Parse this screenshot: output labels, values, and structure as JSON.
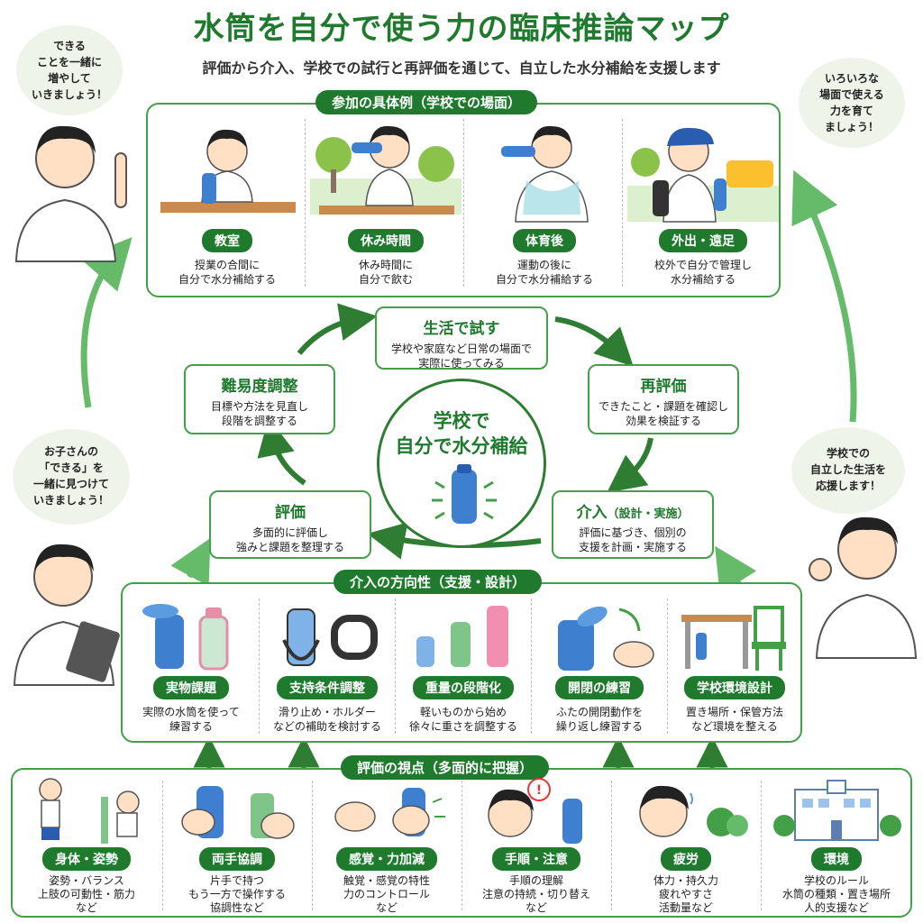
{
  "title": "水筒を自分で使う力の臨床推論マップ",
  "subtitle": "評価から介入、学校での試行と再評価を通じて、自立した水分補給を支援します",
  "bubbles": {
    "top_left": [
      "できる",
      "ことを一緒に",
      "増やして",
      "いきましょう！"
    ],
    "top_right": [
      "いろいろな",
      "場面で使える",
      "力を育て",
      "ましょう！"
    ],
    "mid_left": [
      "お子さんの",
      "「できる」を",
      "一緒に見つけて",
      "いきましょう！"
    ],
    "mid_right": [
      "学校での",
      "自立した生活を",
      "応援します！"
    ]
  },
  "participation": {
    "label": "参加の具体例（学校での場面）",
    "items": [
      {
        "label": "教室",
        "desc": [
          "授業の合間に",
          "自分で水分補給する"
        ]
      },
      {
        "label": "休み時間",
        "desc": [
          "休み時間に",
          "自分で飲む"
        ]
      },
      {
        "label": "体育後",
        "desc": [
          "運動の後に",
          "自分で水分補給する"
        ]
      },
      {
        "label": "外出・遠足",
        "desc": [
          "校外で自分で管理し",
          "水分補給する"
        ]
      }
    ]
  },
  "cycle": {
    "center": [
      "学校で",
      "自分で水分補給"
    ],
    "try": {
      "title": "生活で試す",
      "desc": [
        "学校や家庭など日常の場面で",
        "実際に使ってみる"
      ]
    },
    "reeval": {
      "title": "再評価",
      "desc": [
        "できたこと・課題を確認し",
        "効果を検証する"
      ]
    },
    "intervention": {
      "title": "介入",
      "sub": "（設計・実施）",
      "desc": [
        "評価に基づき、個別の",
        "支援を計画・実施する"
      ]
    },
    "evaluation": {
      "title": "評価",
      "desc": [
        "多面的に評価し",
        "強みと課題を整理する"
      ]
    },
    "adjust": {
      "title": "難易度調整",
      "desc": [
        "目標や方法を見直し",
        "段階を調整する"
      ]
    }
  },
  "direction": {
    "label": "介入の方向性（支援・設計）",
    "items": [
      {
        "label": "実物課題",
        "desc": [
          "実際の水筒を使って",
          "練習する"
        ]
      },
      {
        "label": "支持条件調整",
        "desc": [
          "滑り止め・ホルダー",
          "などの補助を検討する"
        ]
      },
      {
        "label": "重量の段階化",
        "desc": [
          "軽いものから始め",
          "徐々に重さを調整する"
        ]
      },
      {
        "label": "開閉の練習",
        "desc": [
          "ふたの開閉動作を",
          "繰り返し練習する"
        ]
      },
      {
        "label": "学校環境設計",
        "desc": [
          "置き場所・保管方法",
          "など環境を整える"
        ]
      }
    ]
  },
  "viewpoints": {
    "label": "評価の視点（多面的に把握）",
    "items": [
      {
        "label": "身体・姿勢",
        "desc": [
          "姿勢・バランス",
          "上肢の可動性・筋力",
          "など"
        ]
      },
      {
        "label": "両手協調",
        "desc": [
          "片手で持つ",
          "もう一方で操作する",
          "協調性など"
        ]
      },
      {
        "label": "感覚・力加減",
        "desc": [
          "触覚・感覚の特性",
          "力のコントロール",
          "など"
        ]
      },
      {
        "label": "手順・注意",
        "desc": [
          "手順の理解",
          "注意の持続・切り替え",
          "など"
        ]
      },
      {
        "label": "疲労",
        "desc": [
          "体力・持久力",
          "疲れやすさ",
          "活動量など"
        ]
      },
      {
        "label": "環境",
        "desc": [
          "学校のルール",
          "水筒の種類・置き場所",
          "人的支援など"
        ]
      }
    ]
  },
  "colors": {
    "primary": "#1f7a2e",
    "border": "#43a047",
    "arrow": "#2e7d32",
    "arrow_light": "#66bb6a",
    "bottle": "#3f7fd0"
  }
}
